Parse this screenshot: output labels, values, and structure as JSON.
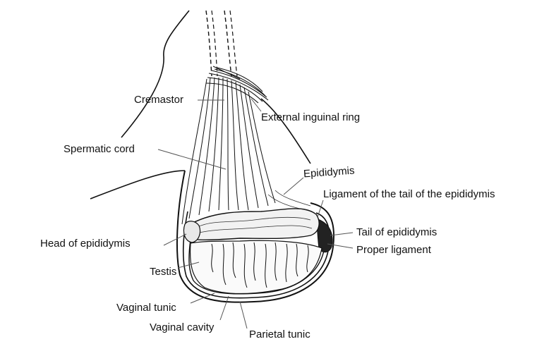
{
  "labels": {
    "cremastor": "Cremastor",
    "external_inguinal_ring": "External inguinal ring",
    "spermatic_cord": "Spermatic cord",
    "epididymis": "Epididymis",
    "ligament_tail_epididymis": "Ligament of the tail of the epididymis",
    "tail_of_epididymis": "Tail of epididymis",
    "proper_ligament": "Proper ligament",
    "head_of_epididymis": "Head of epididymis",
    "testis": "Testis",
    "vaginal_tunic": "Vaginal tunic",
    "vaginal_cavity": "Vaginal cavity",
    "parietal_tunic": "Parietal tunic"
  },
  "colors": {
    "ink": "#111111",
    "background": "#ffffff",
    "leader": "#555555"
  }
}
